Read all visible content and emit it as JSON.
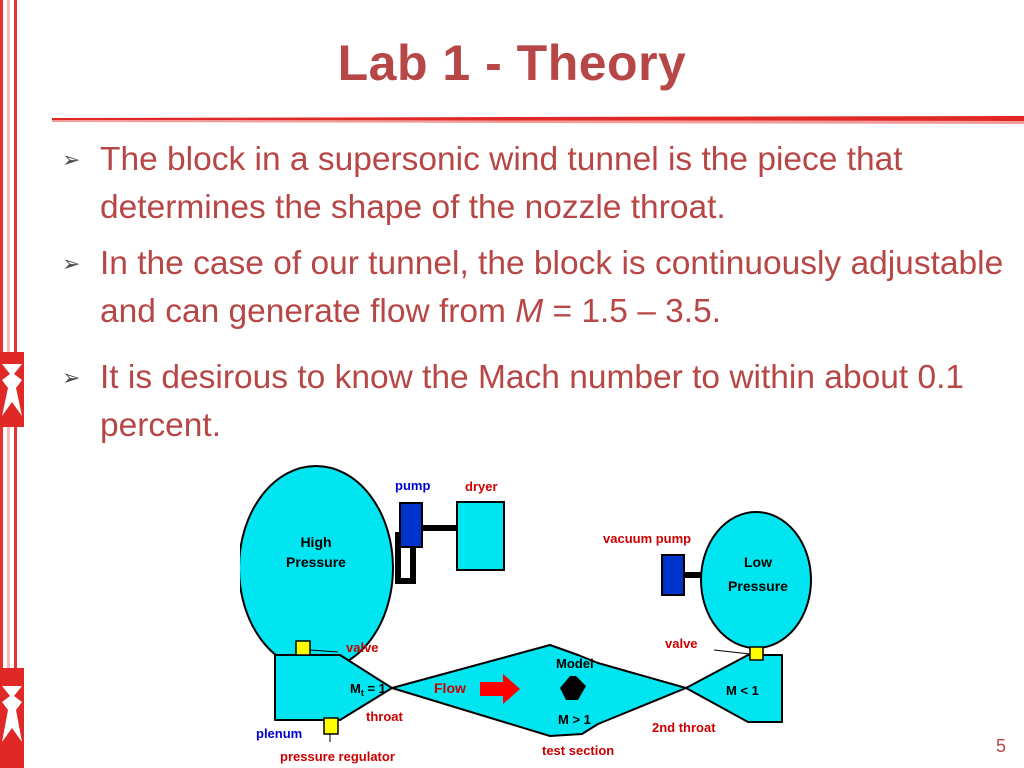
{
  "slide": {
    "title": "Lab 1 - Theory",
    "page_number": "5"
  },
  "bullets": [
    {
      "text": "The block in a supersonic wind tunnel is the piece that determines the shape of the nozzle throat."
    },
    {
      "text_before": "In the case of our tunnel, the block is continuously adjustable and can generate flow from ",
      "variable": "M",
      "text_after": " = 1.5 – 3.5."
    },
    {
      "text": "It is desirous to know the Mach number to within about 0.1 percent."
    }
  ],
  "diagram": {
    "labels": {
      "high_line1": "High",
      "high_line2": "Pressure",
      "pump": "pump",
      "dryer": "dryer",
      "vacuum_pump": "vacuum pump",
      "low_line1": "Low",
      "low_line2": "Pressure",
      "valve_left": "valve",
      "valve_right": "valve",
      "model": "Model",
      "mt_main": "M",
      "mt_sub": "t",
      "mt_rest": " = 1",
      "flow": "Flow",
      "m_lt_1": "M < 1",
      "m_gt_1": "M > 1",
      "throat": "throat",
      "second_throat": "2nd throat",
      "plenum": "plenum",
      "pressure_regulator": "pressure  regulator",
      "test_section": "test section"
    },
    "colors": {
      "tank": "#00e5f0",
      "pump": "#0033cc",
      "valve": "#ffff00",
      "label_red": "#cc0000",
      "label_blue": "#0000cc",
      "flow_arrow": "#ff0000"
    }
  }
}
